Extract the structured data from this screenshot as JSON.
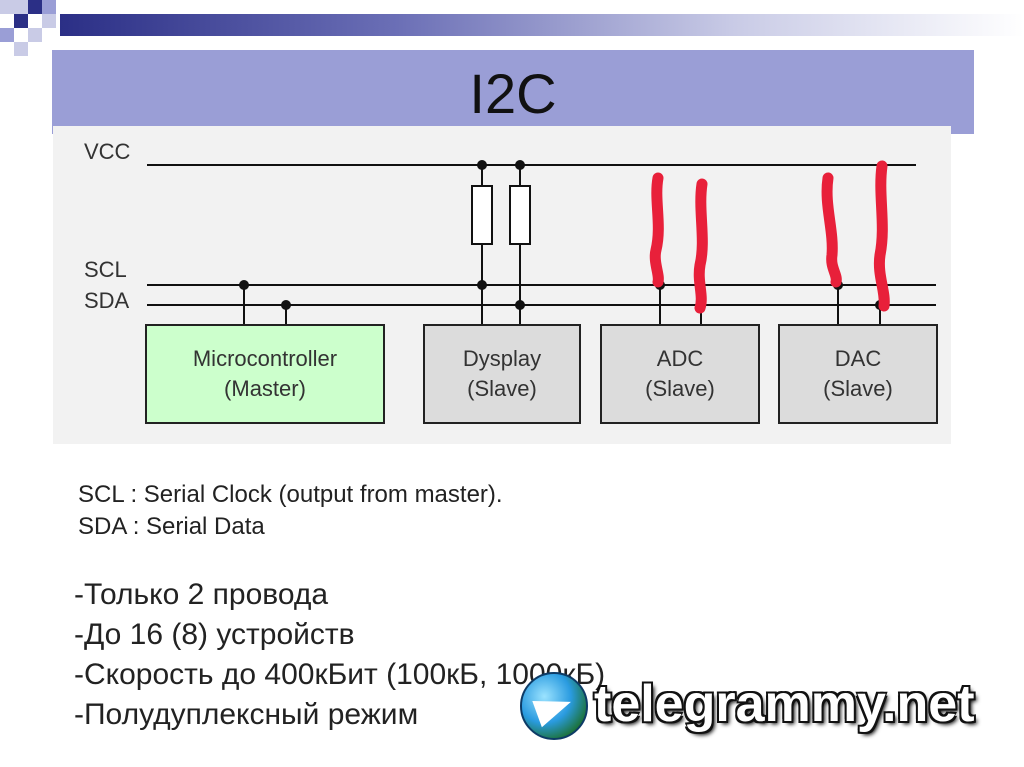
{
  "slide": {
    "title": "I2C"
  },
  "diagram": {
    "bus_labels": {
      "vcc": "VCC",
      "scl": "SCL",
      "sda": "SDA"
    },
    "devices": [
      {
        "line1": "Microcontroller",
        "line2": "(Master)",
        "role": "master"
      },
      {
        "line1": "Dysplay",
        "line2": "(Slave)",
        "role": "slave"
      },
      {
        "line1": "ADC",
        "line2": "(Slave)",
        "role": "slave"
      },
      {
        "line1": "DAC",
        "line2": "(Slave)",
        "role": "slave"
      }
    ],
    "colors": {
      "master_fill": "#ccffcc",
      "slave_fill": "#dcdcdc",
      "annotation_red": "#e8203a",
      "title_band": "#9a9ed6"
    }
  },
  "definitions": [
    "SCL : Serial Clock (output from master).",
    "SDA : Serial Data"
  ],
  "bullets": [
    "-Только 2 провода",
    "-До 16 (8) устройств",
    "-Скорость до 400кБит (100кБ, 1000кБ)",
    "-Полудуплексный режим"
  ],
  "watermark": {
    "text": "telegrammy.net",
    "icon": "telegram-globe-icon"
  }
}
